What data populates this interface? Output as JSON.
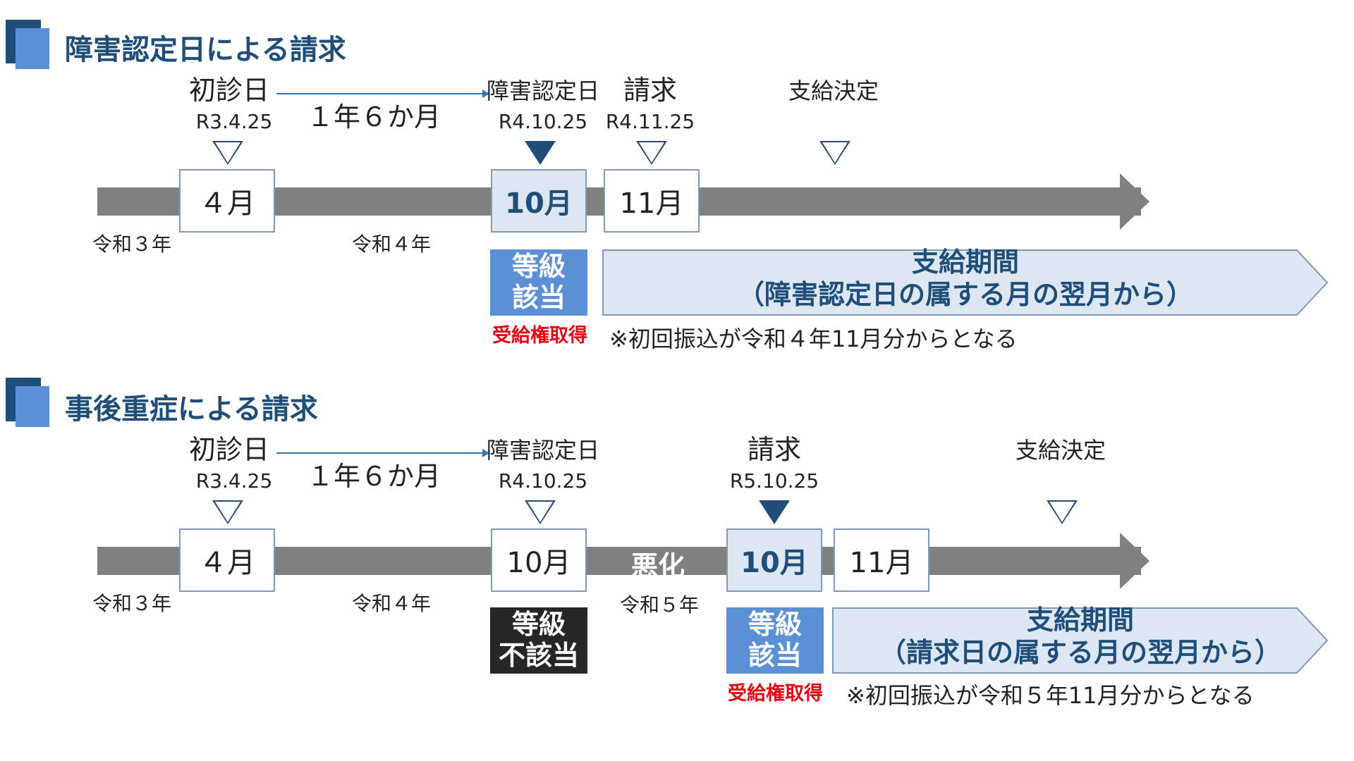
{
  "sections": [
    {
      "title": "障害認定日による請求",
      "first_visit_label": "初診日",
      "first_visit_date": "R3.4.25",
      "duration": "１年６か月",
      "recognition_label": "障害認定日",
      "recognition_date": "R4.10.25",
      "claim_label": "請求",
      "claim_date": "R4.11.25",
      "decision_label": "支給決定",
      "months": [
        "４月",
        "10月",
        "11月"
      ],
      "years": [
        "令和３年",
        "令和４年"
      ],
      "grade": [
        "等級",
        "該当"
      ],
      "rights": "受給権取得",
      "period_title": "支給期間",
      "period_sub": "（障害認定日の属する月の翌月から）",
      "note": "※初回振込が令和４年11月分からとなる"
    },
    {
      "title": "事後重症による請求",
      "first_visit_label": "初診日",
      "first_visit_date": "R3.4.25",
      "duration": "１年６か月",
      "recognition_label": "障害認定日",
      "recognition_date": "R4.10.25",
      "claim_label": "請求",
      "claim_date": "R5.10.25",
      "decision_label": "支給決定",
      "months": [
        "４月",
        "10月",
        "10月",
        "11月"
      ],
      "years": [
        "令和３年",
        "令和４年",
        "令和５年"
      ],
      "grade_not": [
        "等級",
        "不該当"
      ],
      "worsening": "悪化",
      "grade": [
        "等級",
        "該当"
      ],
      "rights": "受給権取得",
      "period_title": "支給期間",
      "period_sub": "（請求日の属する月の翌月から）",
      "note": "※初回振込が令和５年11月分からとなる"
    }
  ],
  "colors": {
    "navy": "#1f4e79",
    "accent_blue": "#5b8fd6",
    "timeline_gray": "#808080",
    "period_fill": "#dce7f3",
    "red": "#e60012"
  }
}
